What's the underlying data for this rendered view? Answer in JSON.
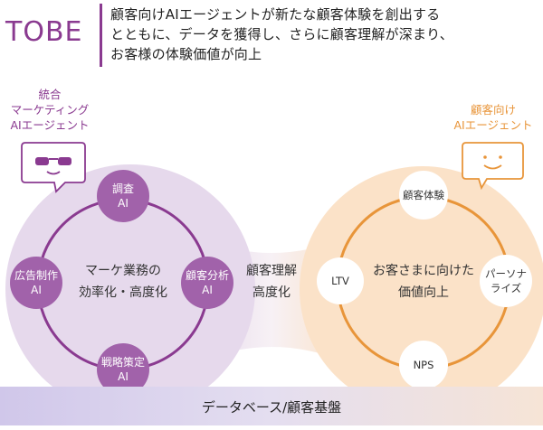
{
  "header": {
    "tag": "TOBE",
    "lines": [
      "顧客向けAIエージェントが新たな顧客体験を創出する",
      "とともに、データを獲得し、さらに顧客理解が深まり、",
      "お客様の体験価値が向上"
    ]
  },
  "left_agent": {
    "title_lines": [
      "統合",
      "マーケティング",
      "AIエージェント"
    ],
    "icon": "sunglasses-face-icon",
    "center_lines": [
      "マーケ業務の",
      "効率化・高度化"
    ],
    "nodes": {
      "top": [
        "調査",
        "AI"
      ],
      "left": [
        "広告制作",
        "AI"
      ],
      "right": [
        "顧客分析",
        "AI"
      ],
      "bottom": [
        "戦略策定",
        "AI"
      ]
    }
  },
  "bridge": {
    "lines": [
      "顧客理解",
      "高度化"
    ]
  },
  "right_agent": {
    "title_lines": [
      "顧客向け",
      "AIエージェント"
    ],
    "icon": "smiley-face-icon",
    "center_lines": [
      "お客さまに向けた",
      "価値向上"
    ],
    "nodes": {
      "top": [
        "顧客体験"
      ],
      "left": [
        "LTV"
      ],
      "right": [
        "パーソナ",
        "ライズ"
      ],
      "bottom": [
        "NPS"
      ]
    }
  },
  "footer": {
    "label": "データベース/顧客基盤"
  },
  "colors": {
    "purple": "#8a3a90",
    "purple_node": "#a162aa",
    "purple_bg": "#e6d9ec",
    "orange": "#e8953a",
    "orange_bg": "#fbe2c8"
  }
}
